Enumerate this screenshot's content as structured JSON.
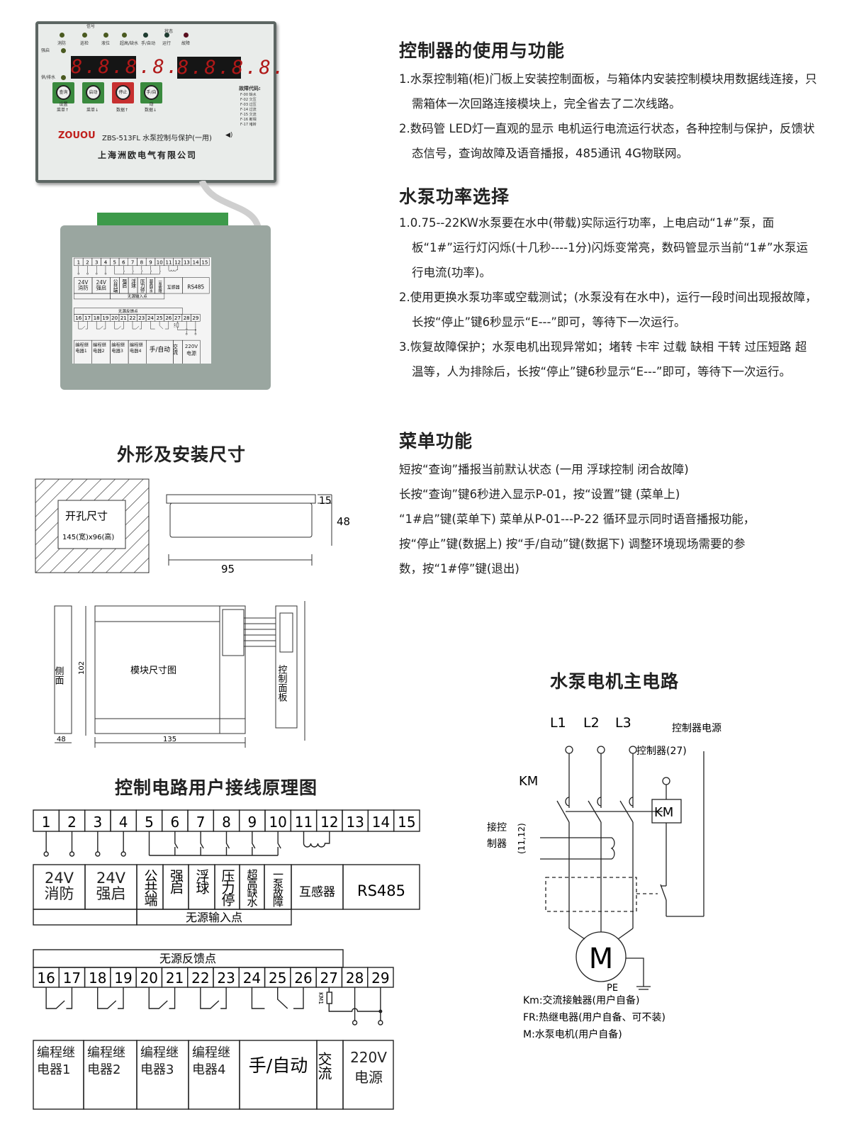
{
  "product": {
    "panel": {
      "signal_label": "信号",
      "status_label": "状态",
      "leds_top": [
        "消防",
        "巡检",
        "液位",
        "超高/缺水",
        "手/自动",
        "运行",
        "故障"
      ],
      "leds_left": [
        "强启",
        "供/排水"
      ],
      "display1": "8.8.8.8.",
      "display2": "8.8.8.8.",
      "buttons": [
        {
          "text": "查询设置",
          "caption": "菜单↑"
        },
        {
          "text": "启动",
          "caption": "菜单↓"
        },
        {
          "text": "停止",
          "caption": "数据↑"
        },
        {
          "text": "手/自动",
          "caption": "数据↓"
        }
      ],
      "fault_title": "故障代码:",
      "fault_codes": [
        "F-00 缺水",
        "F-02 欠压",
        "F-03 过压",
        "F-14 过流",
        "F-15 欠流",
        "F-16 断相",
        "F-17 堵转"
      ],
      "brand": "ZOUOU",
      "model": "ZBS-513FL 水泵控制与保护(一用)",
      "company": "上海洲欧电气有限公司"
    }
  },
  "sections": {
    "usage": {
      "title": "控制器的使用与功能",
      "items": [
        "1.水泵控制箱(柜)门板上安装控制面板，与箱体内安装控制模块用数据线连接，只需箱体一次回路连接模块上，完全省去了二次线路。",
        "2.数码管 LED灯一直观的显示 电机运行电流运行状态，各种控制与保护，反馈状态信号，查询故障及语音播报，485通讯 4G物联网。"
      ]
    },
    "power": {
      "title": "水泵功率选择",
      "items": [
        "1.0.75--22KW水泵要在水中(带载)实际运行功率，上电启动“1#”泵，面板“1#”运行灯闪烁(十几秒----1分)闪烁变常亮，数码管显示当前“1#”水泵运行电流(功率)。",
        "2.使用更换水泵功率或空载测试；(水泵没有在水中)，运行一段时间出现报故障，长按“停止”键6秒显示“E---”即可，等待下一次运行。",
        "3.恢复故障保护；水泵电机出现异常如；堵转 卡牢 过载 缺相 干转 过压短路 超温等，人为排除后，长按“停止”键6秒显示“E---”即可，等待下一次运行。"
      ]
    },
    "menu": {
      "title": "菜单功能",
      "lines": [
        "短按“查询”播报当前默认状态 (一用 浮球控制 闭合故障)",
        "长按“查询”键6秒进入显示P-01，按“设置”键 (菜单上)",
        "“1#启”键(菜单下) 菜单从P-01---P-22 循环显示同时语音播报功能，",
        "按“停止”键(数据上) 按“手/自动”键(数据下) 调整环境现场需要的参",
        "数，按“1#停”键(退出)"
      ]
    },
    "dimensions": {
      "title": "外形及安装尺寸",
      "cutout_label": "开孔尺寸",
      "cutout_size": "145(宽)x96(高)",
      "dim_15": "15",
      "dim_48": "48",
      "dim_95": "95",
      "side_label": "侧面",
      "dim_102": "102",
      "dim_48b": "48",
      "module_label": "模块尺寸图",
      "dim_135": "135",
      "panel_label": "控制面板"
    },
    "wiring": {
      "title": "控制电路用户接线原理图",
      "row1_terminals": [
        "1",
        "2",
        "3",
        "4",
        "5",
        "6",
        "7",
        "8",
        "9",
        "10",
        "11",
        "12",
        "13",
        "14",
        "15"
      ],
      "row1_labels": [
        "24V消防",
        "24V强启",
        "公共端",
        "强启",
        "浮球",
        "压力停",
        "超高缺水",
        "一泵故障",
        "互感器",
        "RS485"
      ],
      "row1_group": "无源输入点",
      "row2_group": "无源反馈点",
      "row2_terminals": [
        "16",
        "17",
        "18",
        "19",
        "20",
        "21",
        "22",
        "23",
        "24",
        "25",
        "26",
        "27",
        "28",
        "29"
      ],
      "km1": "KM1",
      "row2_labels": [
        "编程继电器1",
        "编程继电器2",
        "编程继电器3",
        "编程继电器4",
        "手/自动",
        "交流",
        "220V电源"
      ]
    },
    "motor": {
      "title": "水泵电机主电路",
      "L1": "L1",
      "L2": "L2",
      "L3": "L3",
      "ctrl_power": "控制器电源",
      "ctrl27": "控制器(27)",
      "km": "KM",
      "km_box": "KM",
      "ct_label1": "接控",
      "ct_label2": "制器",
      "ct_terms": "(11,12)",
      "motor": "M",
      "pe": "PE",
      "legend": [
        "Km:交流接触器(用户自备)",
        "FR:热继电器(用户自备、可不装)",
        "M:水泵电机(用户自备)"
      ]
    }
  }
}
